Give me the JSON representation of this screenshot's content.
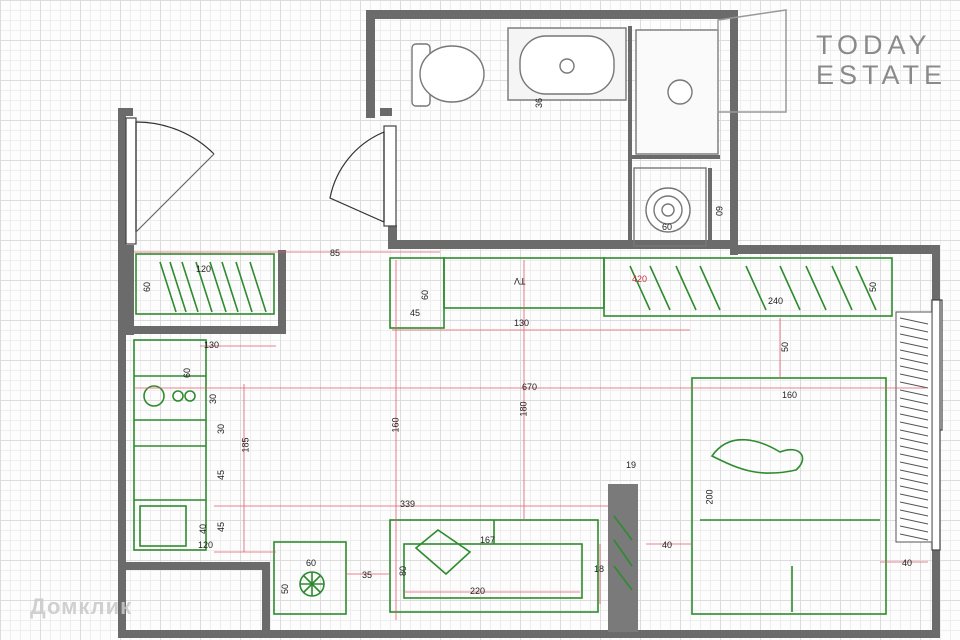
{
  "brand": {
    "line1": "TODAY",
    "line2": "ESTATE"
  },
  "watermark": "Домклик",
  "plan": {
    "dimensions": {
      "hall_width": "85",
      "wardrobe_width": "120",
      "wardrobe_depth": "60",
      "tv_unit_depth": "60",
      "tv_unit_width": "45",
      "tv_label": "TV",
      "tv_wall_length": "130",
      "wardrobe_long_a": "420",
      "wardrobe_long_b": "240",
      "wardrobe_long_depth": "50",
      "gap_to_bed": "50",
      "room_length": "670",
      "kitchen_width": "130",
      "kitchen_depth": "60",
      "counter_a": "30",
      "counter_b": "30",
      "counter_c": "45",
      "counter_d": "45",
      "counter_e": "40",
      "kitchen_run": "185",
      "clear_160": "160",
      "clear_180": "180",
      "clear_339": "339",
      "column_19": "19",
      "bed_width": "160",
      "bed_length": "200",
      "gap_40a": "40",
      "gap_40b": "40",
      "sofa_width": "167",
      "sofa_depth": "80",
      "sofa_gap": "18",
      "sofa_run": "220",
      "fridge": "60",
      "fridge_depth": "50",
      "fridge_gap": "35",
      "sink_width": "120",
      "bath_36": "36",
      "washer": "60",
      "washer_depth": "60"
    }
  }
}
